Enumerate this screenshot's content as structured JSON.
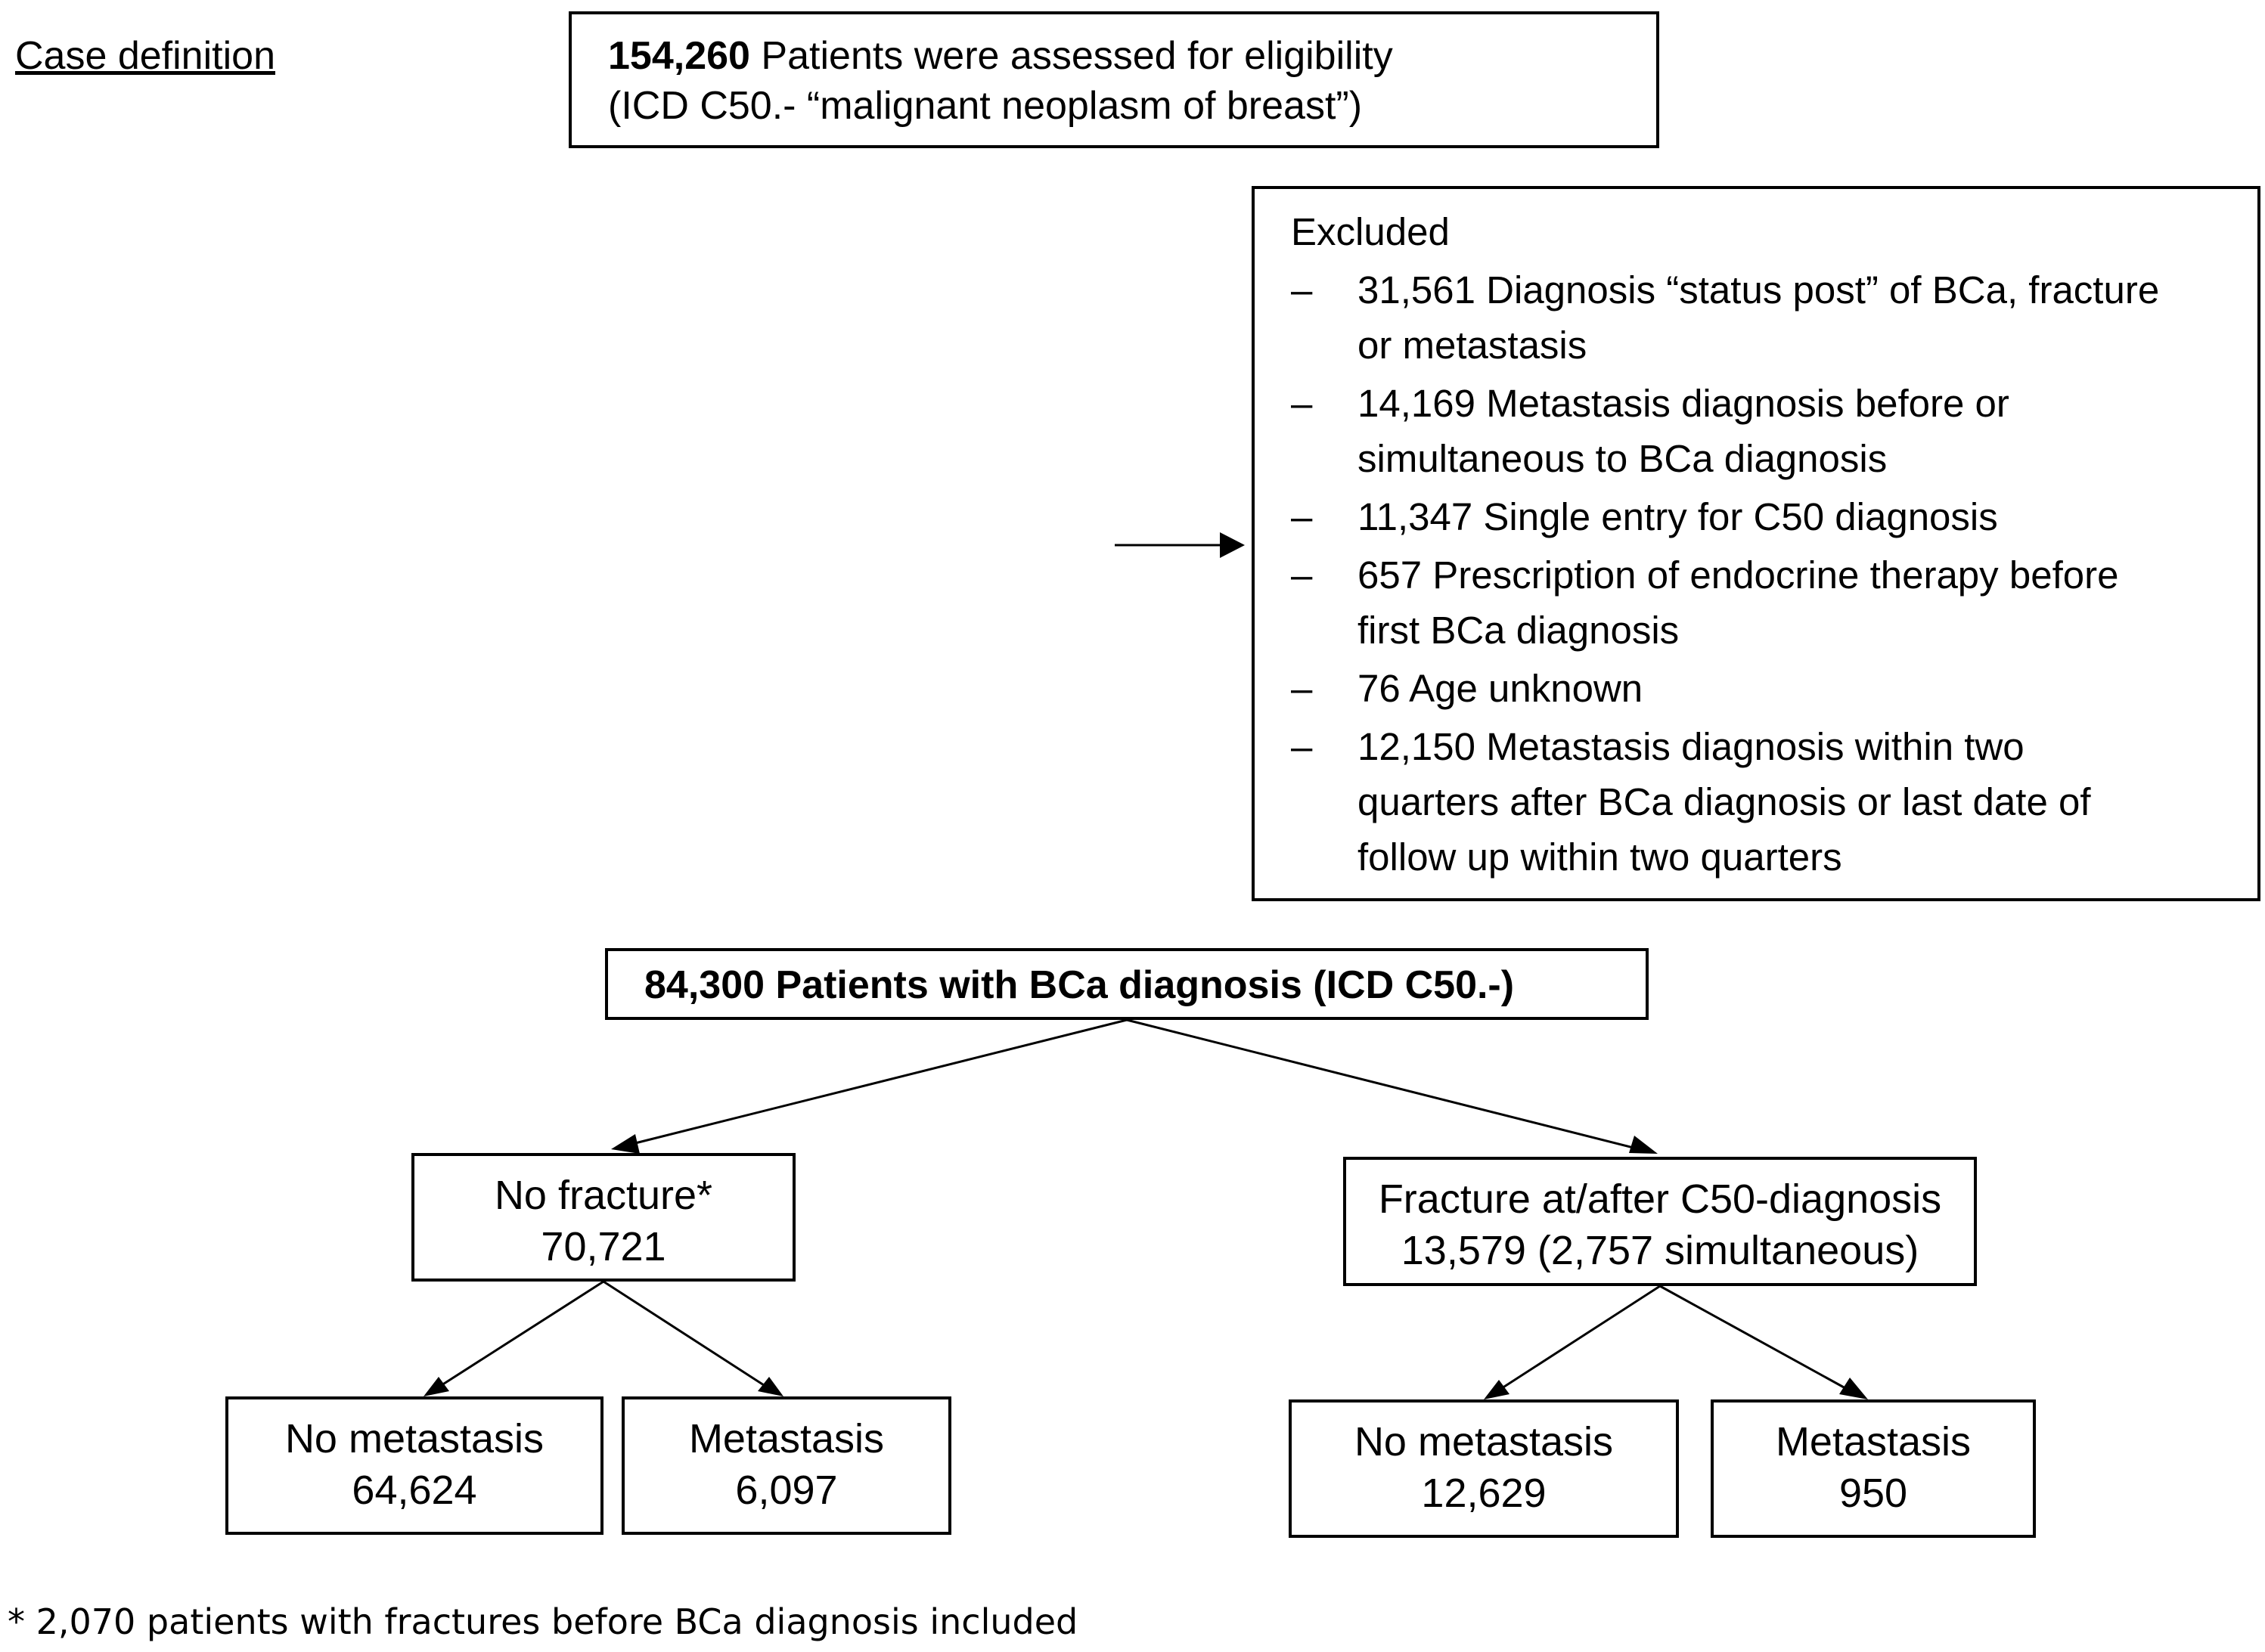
{
  "case_definition": "Case definition",
  "assessed": {
    "count": "154,260",
    "text": " Patients were assessed for eligibility",
    "line2": "(ICD C50.- “malignant neoplasm of breast”)"
  },
  "excluded": {
    "heading": "Excluded",
    "items": [
      {
        "dash": "–",
        "lines": [
          "31,561 Diagnosis “status post” of BCa, fracture",
          "or metastasis"
        ]
      },
      {
        "dash": "–",
        "lines": [
          "14,169 Metastasis diagnosis before or",
          "simultaneous to BCa diagnosis"
        ]
      },
      {
        "dash": "–",
        "lines": [
          "11,347 Single entry for C50 diagnosis"
        ]
      },
      {
        "dash": "–",
        "lines": [
          "657 Prescription of endocrine therapy before",
          "first BCa diagnosis"
        ]
      },
      {
        "dash": "–",
        "lines": [
          "76 Age unknown"
        ]
      },
      {
        "dash": "–",
        "lines": [
          "12,150 Metastasis diagnosis within two",
          "quarters after BCa diagnosis or last date of",
          "follow up within two quarters"
        ]
      }
    ]
  },
  "total": "84,300 Patients with BCa diagnosis (ICD C50.-)",
  "no_fracture": {
    "label": "No fracture*",
    "count": "70,721"
  },
  "fracture": {
    "label": "Fracture at/after C50-diagnosis",
    "count": "13,579 (2,757 simultaneous)"
  },
  "no_fracture_no_metastasis": {
    "label": "No metastasis",
    "count": "64,624"
  },
  "no_fracture_metastasis": {
    "label": "Metastasis",
    "count": "6,097"
  },
  "fracture_no_metastasis": {
    "label": "No metastasis",
    "count": "12,629"
  },
  "fracture_metastasis": {
    "label": "Metastasis",
    "count": "950"
  },
  "footnote": "* 2,070 patients with fractures before BCa diagnosis included"
}
